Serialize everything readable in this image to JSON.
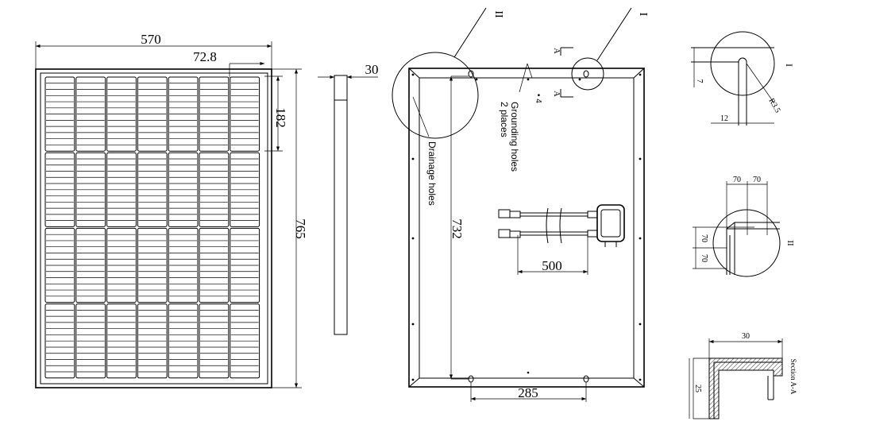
{
  "front_view": {
    "width_dim": "570",
    "cell_pitch_dim": "72.8",
    "cell_height_dim": "182",
    "height_dim": "765"
  },
  "side_view": {
    "thickness_dim": "30"
  },
  "rear_view": {
    "label_II": "II",
    "label_I": "I",
    "label_A_top": "A",
    "label_A_bottom": "A",
    "grounding_note_1": "Grounding holes",
    "grounding_note_2": "2 places",
    "grounding_sym": "• 4",
    "drainage_note": "Drainage holes",
    "hole_span_dim": "732",
    "cable_dim": "500",
    "bottom_holes_dim": "285"
  },
  "detail_I": {
    "label": "I",
    "dim_7": "7",
    "dim_12": "12",
    "radius_dim": "R3.5"
  },
  "detail_II": {
    "label": "II",
    "dim_70a": "70",
    "dim_70b": "70",
    "dim_70c": "70",
    "dim_70d": "70"
  },
  "section_AA": {
    "label": "Section A-A",
    "width_dim": "30",
    "height_dim": "25"
  }
}
